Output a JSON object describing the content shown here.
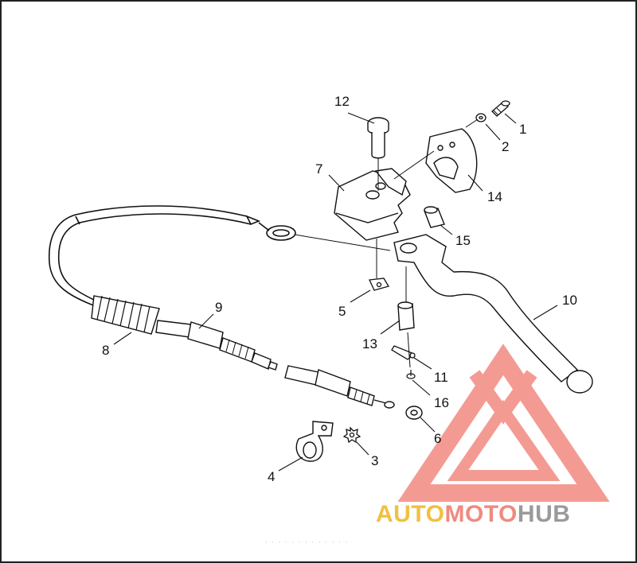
{
  "diagram": {
    "callouts": [
      "1",
      "2",
      "3",
      "4",
      "5",
      "6",
      "7",
      "8",
      "9",
      "10",
      "11",
      "12",
      "13",
      "14",
      "15",
      "16"
    ]
  },
  "watermark": {
    "auto": "AUTO",
    "moto": "MOTO",
    "hub": "HUB",
    "colors": {
      "auto": "#f0c040",
      "moto": "#f08a80",
      "hub": "#9a9a9a",
      "logo": "#f07a70"
    }
  },
  "footer": {
    "text": "· · · · · · · · · · · · ·"
  }
}
